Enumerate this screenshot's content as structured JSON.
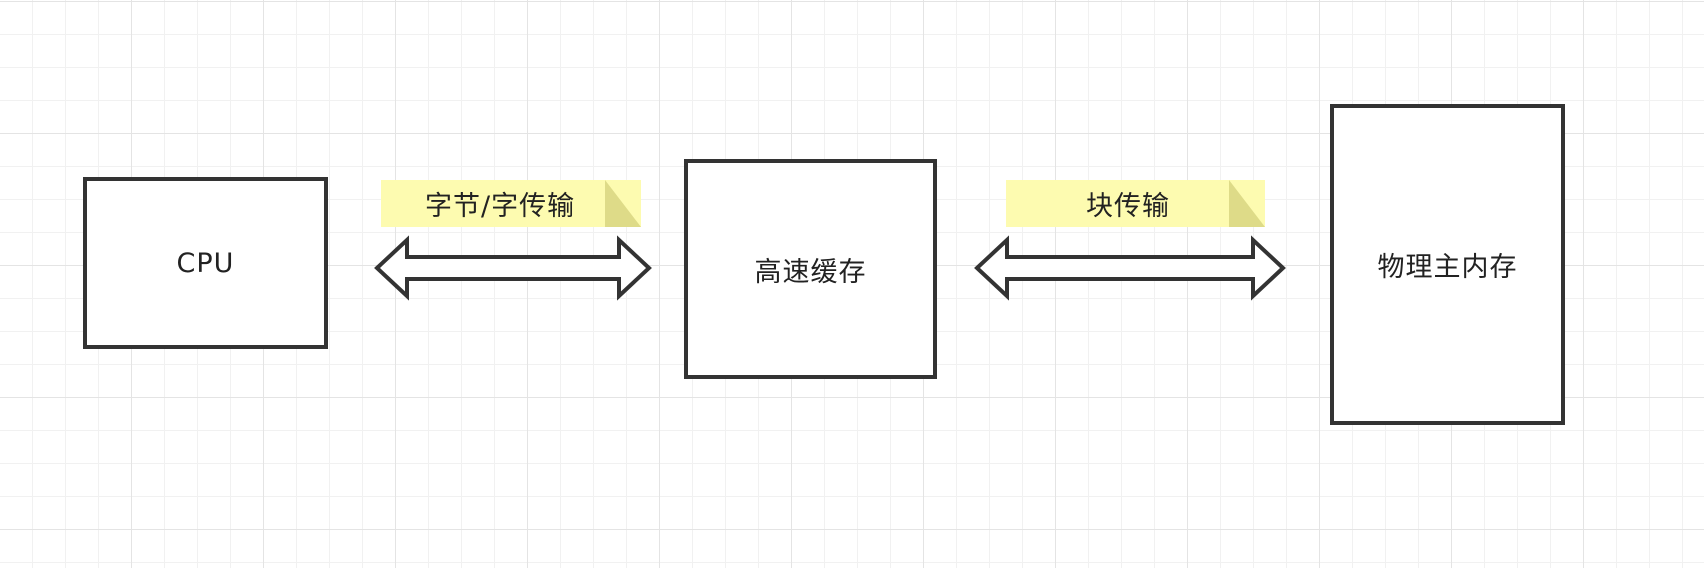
{
  "diagram": {
    "nodes": {
      "cpu": {
        "label": "CPU"
      },
      "cache": {
        "label": "高速缓存"
      },
      "memory": {
        "label": "物理主内存"
      }
    },
    "notes": {
      "cpu_cache": {
        "label": "字节/字传输"
      },
      "cache_memory": {
        "label": "块传输"
      }
    },
    "colors": {
      "grid_major": "#e4e4e4",
      "grid_minor": "#f1f1f1",
      "stroke": "#333333",
      "note_fill": "#fdfbb0",
      "note_fold": "#dedb88"
    }
  }
}
